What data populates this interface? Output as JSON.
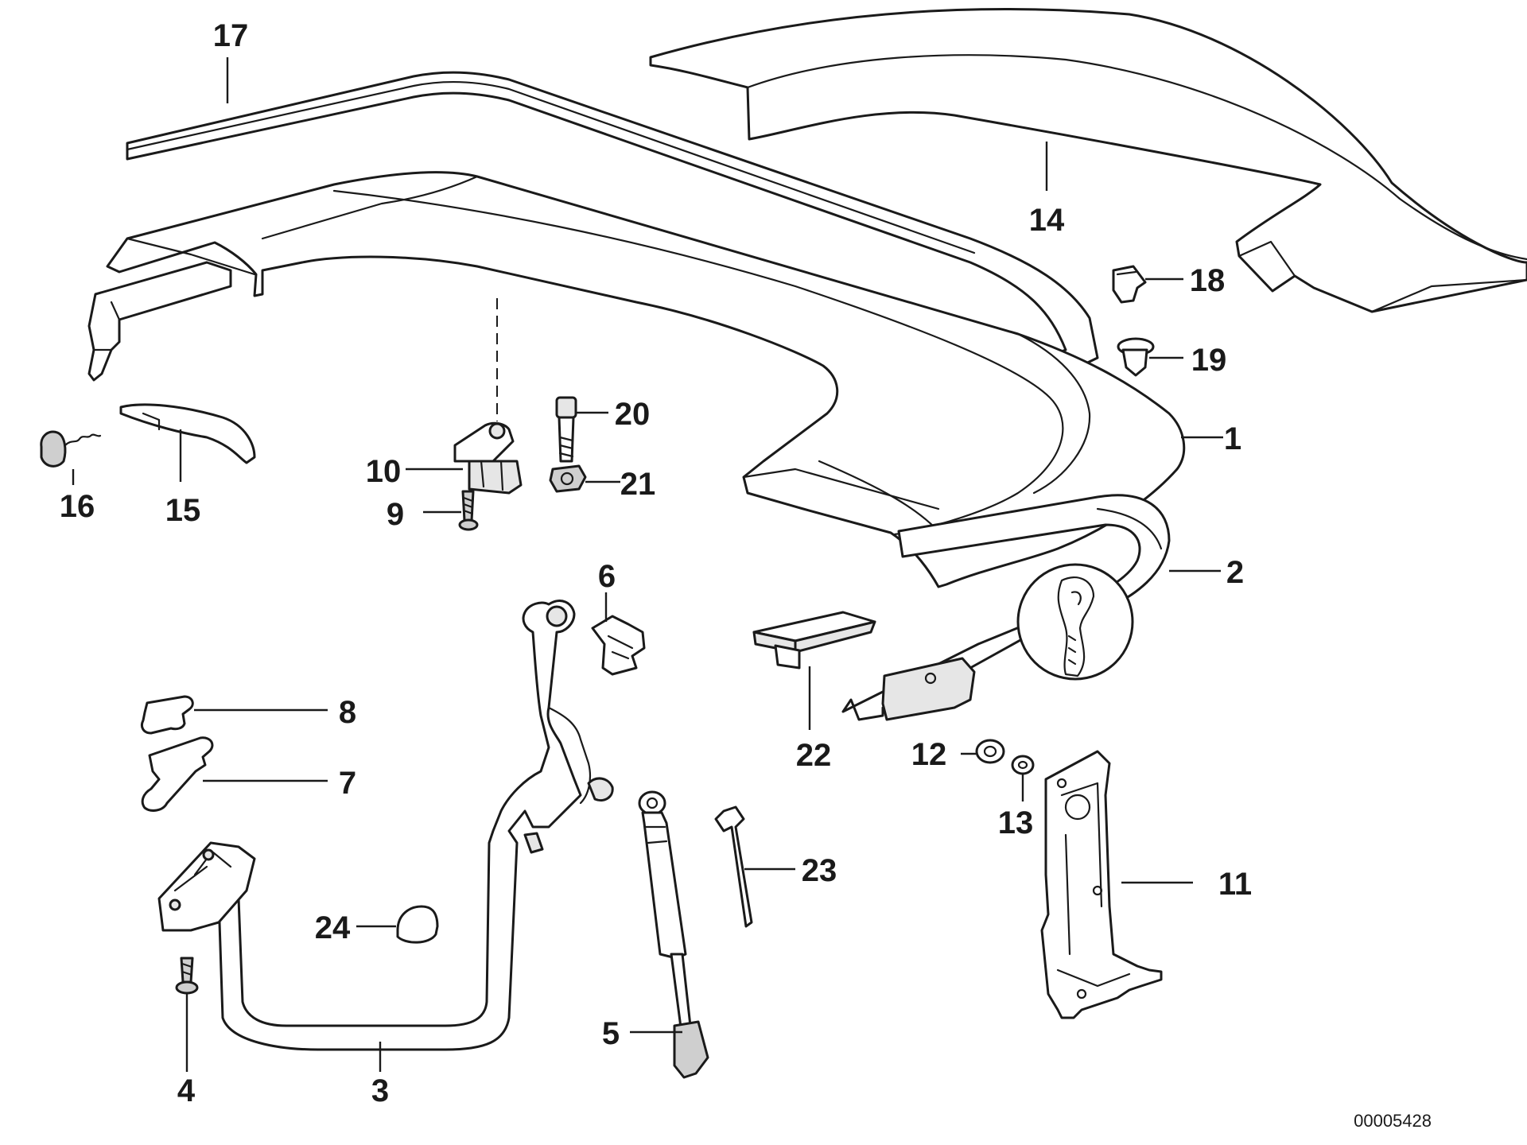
{
  "diagram": {
    "document_number": "00005428",
    "callouts": [
      "1",
      "2",
      "3",
      "4",
      "5",
      "6",
      "7",
      "8",
      "9",
      "10",
      "11",
      "12",
      "13",
      "14",
      "15",
      "16",
      "17",
      "18",
      "19",
      "20",
      "21",
      "22",
      "23",
      "24"
    ]
  }
}
